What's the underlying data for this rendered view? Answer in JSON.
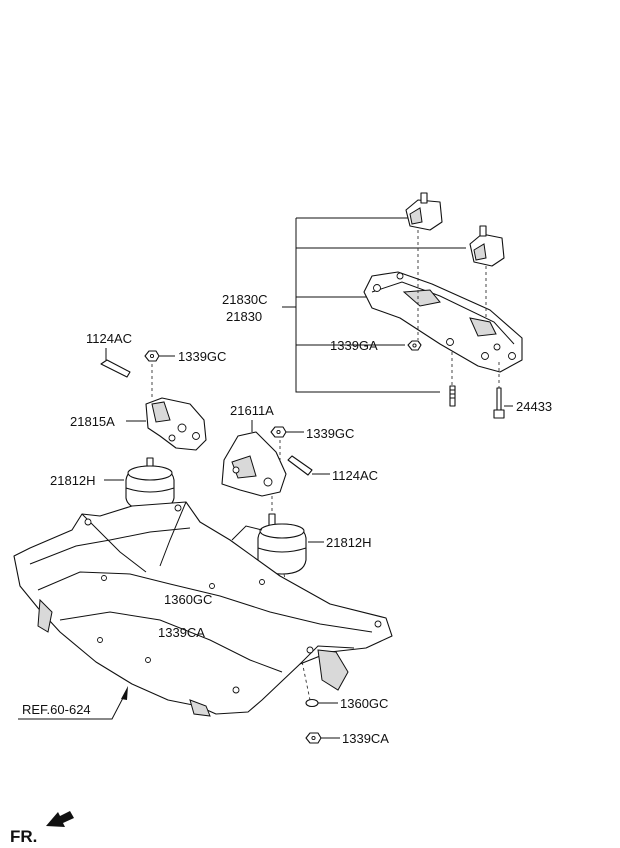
{
  "labels": {
    "p21830c": "21830C",
    "p21830": "21830",
    "p1339ga": "1339GA",
    "p24433": "24433",
    "p1124ac_left": "1124AC",
    "p1339gc_left": "1339GC",
    "p21815a": "21815A",
    "p21611a": "21611A",
    "p1339gc_right": "1339GC",
    "p1124ac_right": "1124AC",
    "p21812h_left": "21812H",
    "p21812h_right": "21812H",
    "p1360gc_left": "1360GC",
    "p1339ca_left": "1339CA",
    "p1360gc_right": "1360GC",
    "p1339ca_right": "1339CA",
    "ref": "REF.60-624",
    "fr": "FR."
  }
}
